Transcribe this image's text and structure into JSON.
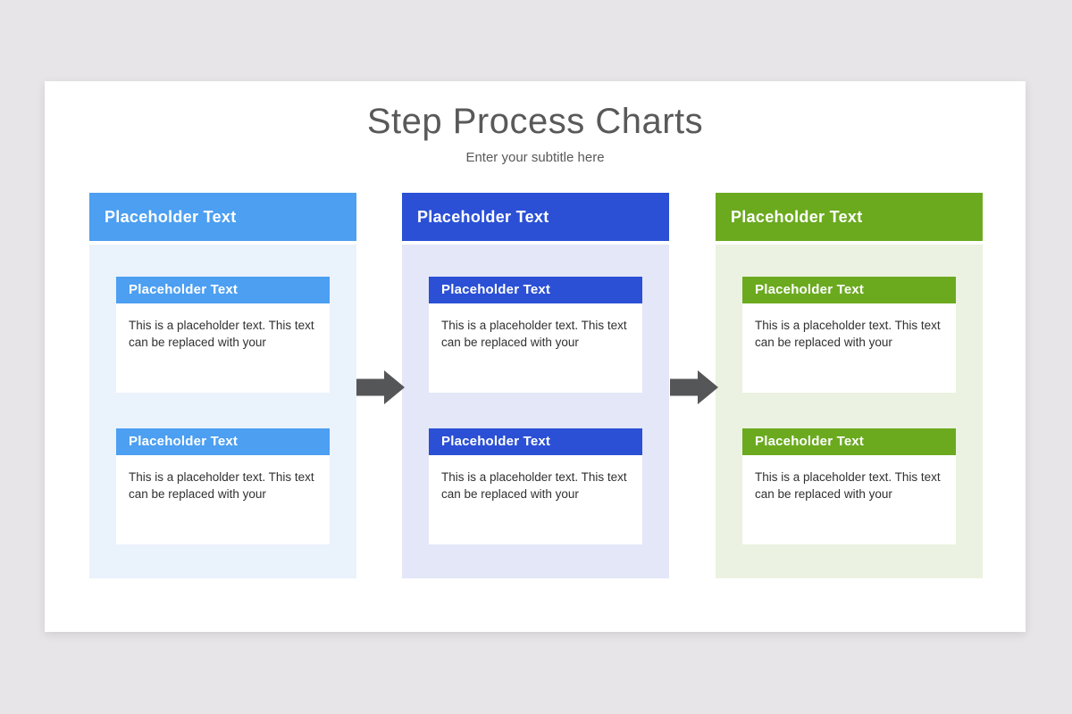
{
  "page": {
    "background_color": "#e7e5e7"
  },
  "slide": {
    "title": "Step Process Charts",
    "subtitle": "Enter your subtitle here",
    "background_color": "#ffffff",
    "title_color": "#595959",
    "subtitle_color": "#595959"
  },
  "arrow": {
    "color": "#555657",
    "direction": "right",
    "count": 2
  },
  "columns": [
    {
      "header": "Placeholder Text",
      "header_color": "#4c9ff1",
      "body_color": "#eaf2fc",
      "cards": [
        {
          "header": "Placeholder Text",
          "header_color": "#4c9ff1",
          "body_color": "#ffffff",
          "body": "This is a placeholder text. This text can be replaced with your"
        },
        {
          "header": "Placeholder Text",
          "header_color": "#4c9ff1",
          "body_color": "#ffffff",
          "body": "This is a placeholder text. This text can be replaced with your"
        }
      ]
    },
    {
      "header": "Placeholder Text",
      "header_color": "#2b50d5",
      "body_color": "#e3e7f8",
      "cards": [
        {
          "header": "Placeholder Text",
          "header_color": "#2b50d5",
          "body_color": "#ffffff",
          "body": "This is a placeholder text. This text can be replaced with your"
        },
        {
          "header": "Placeholder Text",
          "header_color": "#2b50d5",
          "body_color": "#ffffff",
          "body": "This is a placeholder text. This text can be replaced with your"
        }
      ]
    },
    {
      "header": "Placeholder Text",
      "header_color": "#6baa1f",
      "body_color": "#ebf2e1",
      "cards": [
        {
          "header": "Placeholder Text",
          "header_color": "#6baa1f",
          "body_color": "#ffffff",
          "body": "This is a placeholder text. This text can be replaced with your"
        },
        {
          "header": "Placeholder Text",
          "header_color": "#6baa1f",
          "body_color": "#ffffff",
          "body": "This is a placeholder text. This text can be replaced with your"
        }
      ]
    }
  ],
  "text_colors": {
    "header_text": "#ffffff",
    "card_body_text": "#303030"
  }
}
